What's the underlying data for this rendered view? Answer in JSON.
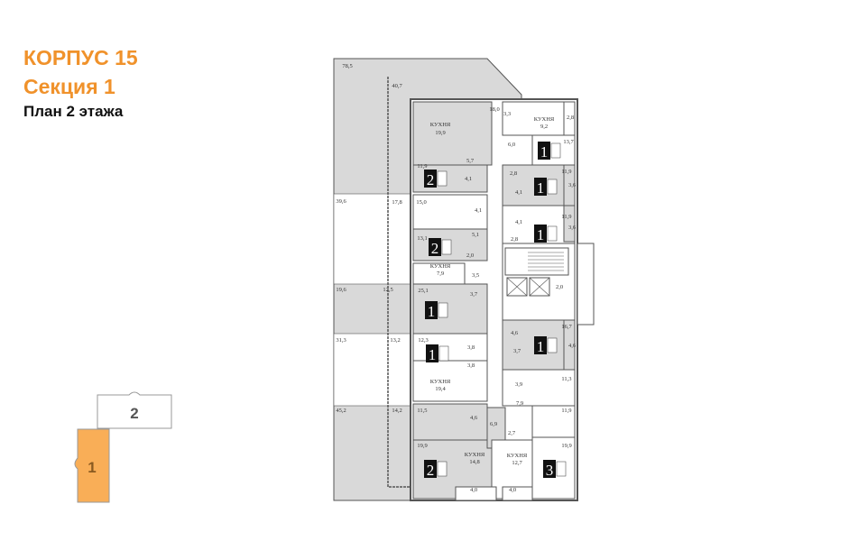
{
  "header": {
    "building": "КОРПУС 15",
    "section": "Секция 1",
    "floor_plan": "План 2 этажа"
  },
  "key_plan": {
    "sections": [
      {
        "label": "2",
        "active": false
      },
      {
        "label": "1",
        "active": true
      }
    ],
    "active_color": "#f9ae57"
  },
  "plan": {
    "room_labels": [
      "78,5",
      "40,7",
      "18,0",
      "КУХНЯ",
      "19,9",
      "5,7",
      "11,9",
      "4,1",
      "39,6",
      "17,8",
      "15,0",
      "4,1",
      "13,1",
      "5,1",
      "2,0",
      "КУХНЯ",
      "7,9",
      "3,5",
      "19,6",
      "12,5",
      "25,1",
      "3,7",
      "31,3",
      "13,2",
      "12,3",
      "3,8",
      "3,8",
      "КУХНЯ",
      "19,4",
      "45,2",
      "14,2",
      "11,5",
      "4,6",
      "6,9",
      "19,9",
      "КУХНЯ",
      "14,8",
      "4,0",
      "3,3",
      "КУХНЯ",
      "9,2",
      "2,8",
      "6,0",
      "13,7",
      "2,8",
      "11,9",
      "3,6",
      "4,1",
      "4,1",
      "11,9",
      "3,6",
      "2,8",
      "2,0",
      "4,6",
      "16,7",
      "4,6",
      "3,7",
      "11,3",
      "3,9",
      "7,9",
      "11,9",
      "2,7",
      "КУХНЯ",
      "12,7",
      "19,9",
      "4,0"
    ],
    "apartment_rooms": [
      "1",
      "2",
      "1",
      "1",
      "2",
      "1",
      "1",
      "1",
      "2",
      "3"
    ],
    "terrace_color": "#d9d9d9",
    "wall_color": "#555555"
  }
}
